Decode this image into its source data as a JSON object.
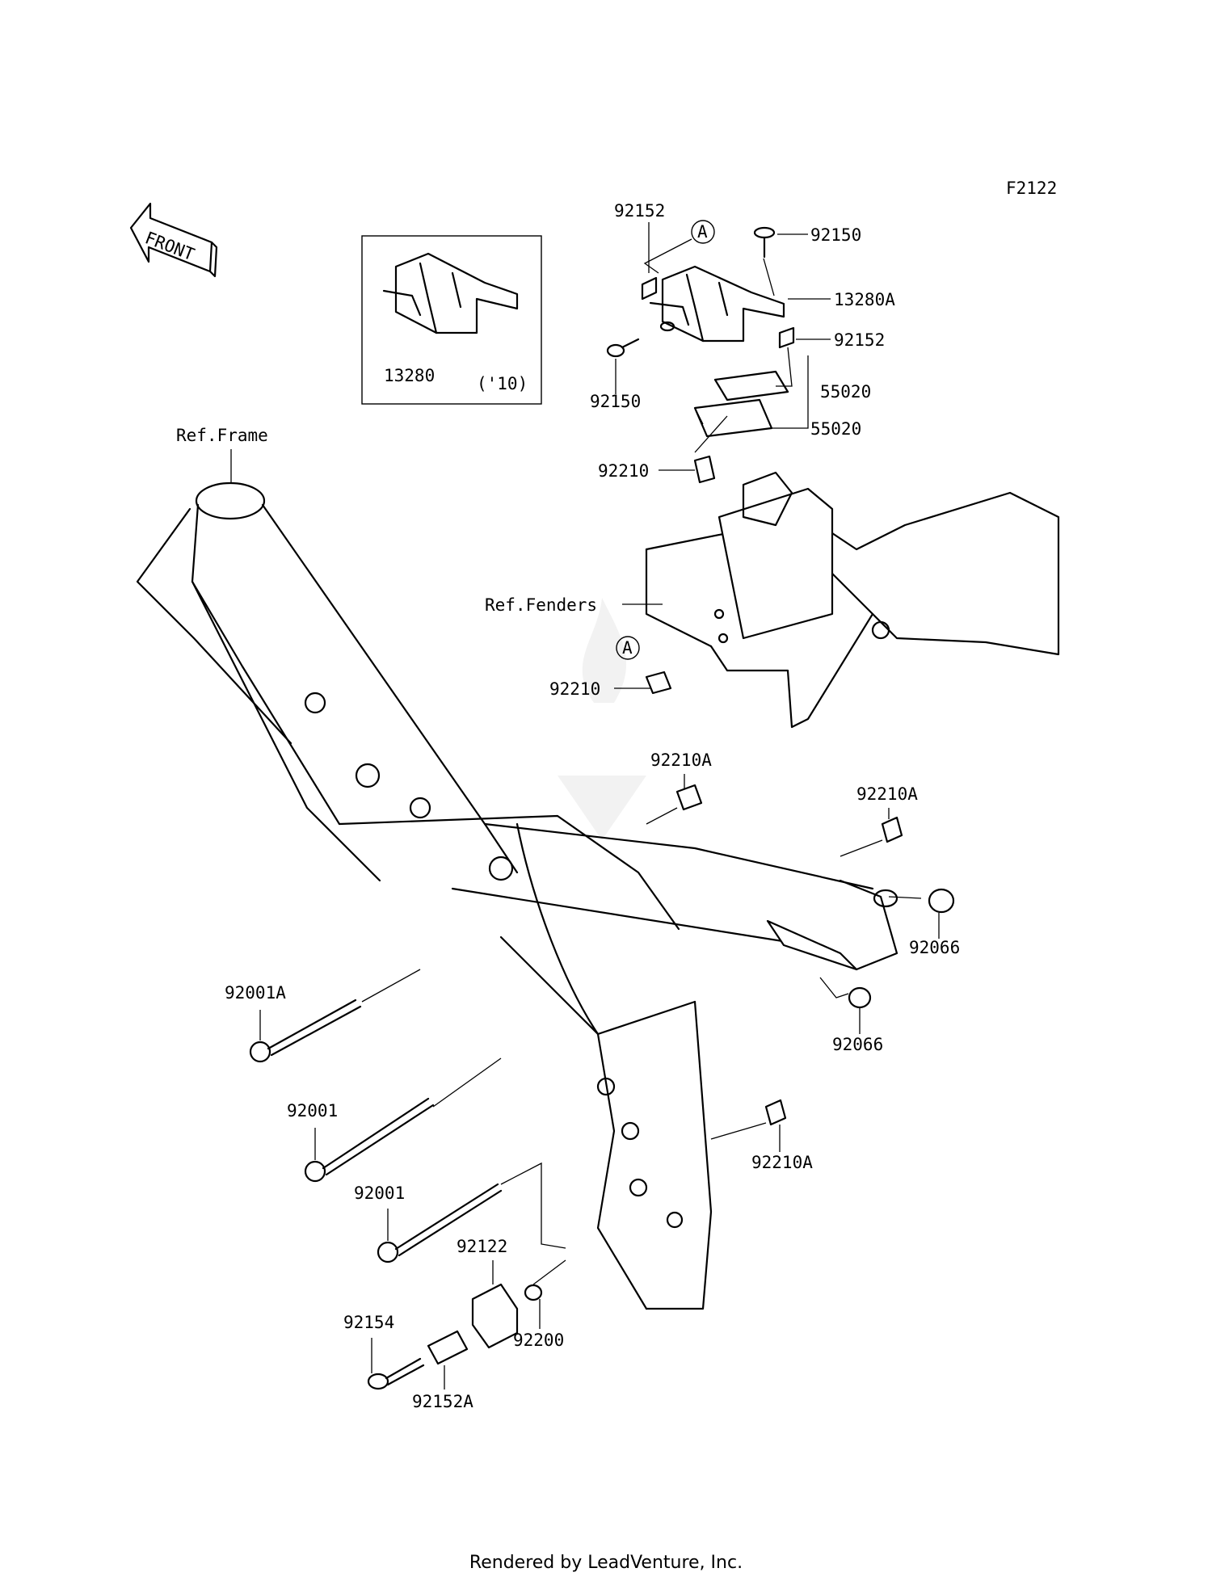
{
  "figure_code": "F2122",
  "front_label": "FRONT",
  "inset": {
    "part": "13280",
    "note": "('10)"
  },
  "ref_labels": {
    "frame": "Ref.Frame",
    "fenders": "Ref.Fenders"
  },
  "circle_marker": "A",
  "parts": {
    "p92152_top": "92152",
    "p92150_top": "92150",
    "p13280A": "13280A",
    "p92152_mid": "92152",
    "p92150_left": "92150",
    "p55020_a": "55020",
    "p55020_b": "55020",
    "p92210_a": "92210",
    "p92210_b": "92210",
    "p92210A_a": "92210A",
    "p92210A_b": "92210A",
    "p92210A_c": "92210A",
    "p92066_a": "92066",
    "p92066_b": "92066",
    "p92001A": "92001A",
    "p92001_a": "92001",
    "p92001_b": "92001",
    "p92122": "92122",
    "p92200": "92200",
    "p92154": "92154",
    "p92152A": "92152A"
  },
  "footer": "Rendered by LeadVenture, Inc."
}
